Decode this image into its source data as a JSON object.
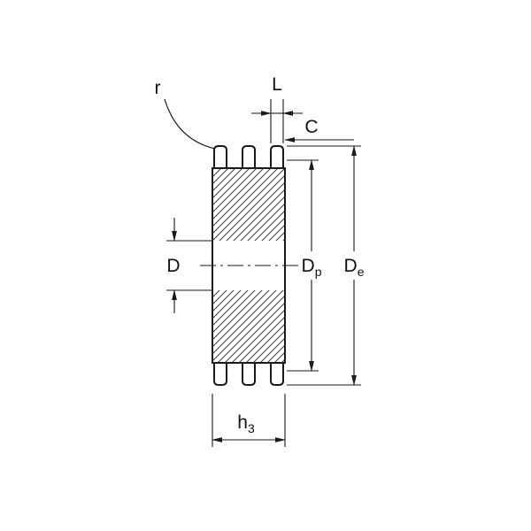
{
  "drawing": {
    "labels": {
      "r": "r",
      "L": "L",
      "C": "C",
      "D": "D",
      "Dp": {
        "main": "D",
        "sub": "p"
      },
      "De": {
        "main": "D",
        "sub": "e"
      },
      "h3": {
        "main": "h",
        "sub": "3"
      }
    },
    "colors": {
      "line": "#1a1a1a",
      "text": "#111111",
      "background": "#ffffff",
      "hatch": "#3a3a3a"
    }
  }
}
